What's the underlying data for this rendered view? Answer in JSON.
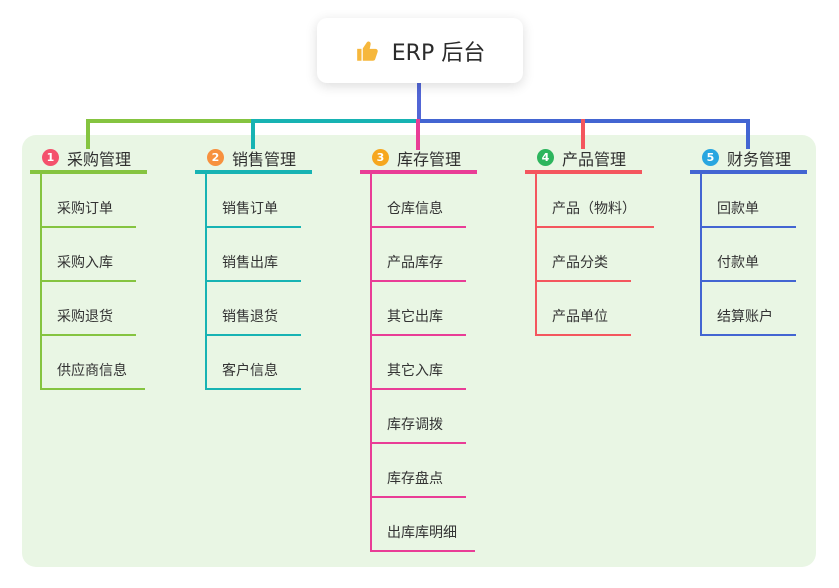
{
  "root": {
    "icon": "thumbs-up-icon",
    "label": "ERP 后台"
  },
  "branches": [
    {
      "num": "1",
      "label": "采购管理",
      "badge_color": "#f4516c",
      "line_color": "#85c440",
      "children": [
        "采购订单",
        "采购入库",
        "采购退货",
        "供应商信息"
      ]
    },
    {
      "num": "2",
      "label": "销售管理",
      "badge_color": "#f7913e",
      "line_color": "#17b3b3",
      "children": [
        "销售订单",
        "销售出库",
        "销售退货",
        "客户信息"
      ]
    },
    {
      "num": "3",
      "label": "库存管理",
      "badge_color": "#f6a71f",
      "line_color": "#e93d96",
      "children": [
        "仓库信息",
        "产品库存",
        "其它出库",
        "其它入库",
        "库存调拨",
        "库存盘点",
        "出库库明细"
      ]
    },
    {
      "num": "4",
      "label": "产品管理",
      "badge_color": "#2db55d",
      "line_color": "#f4565e",
      "children": [
        "产品（物料）",
        "产品分类",
        "产品单位"
      ]
    },
    {
      "num": "5",
      "label": "财务管理",
      "badge_color": "#29a6e0",
      "line_color": "#4365d2",
      "children": [
        "回款单",
        "付款单",
        "结算账户"
      ]
    }
  ],
  "colors": {
    "panel_bg": "#e9f6e4",
    "stem": "#5266d6",
    "card_bg": "#ffffff",
    "text": "#2f2f2f"
  }
}
